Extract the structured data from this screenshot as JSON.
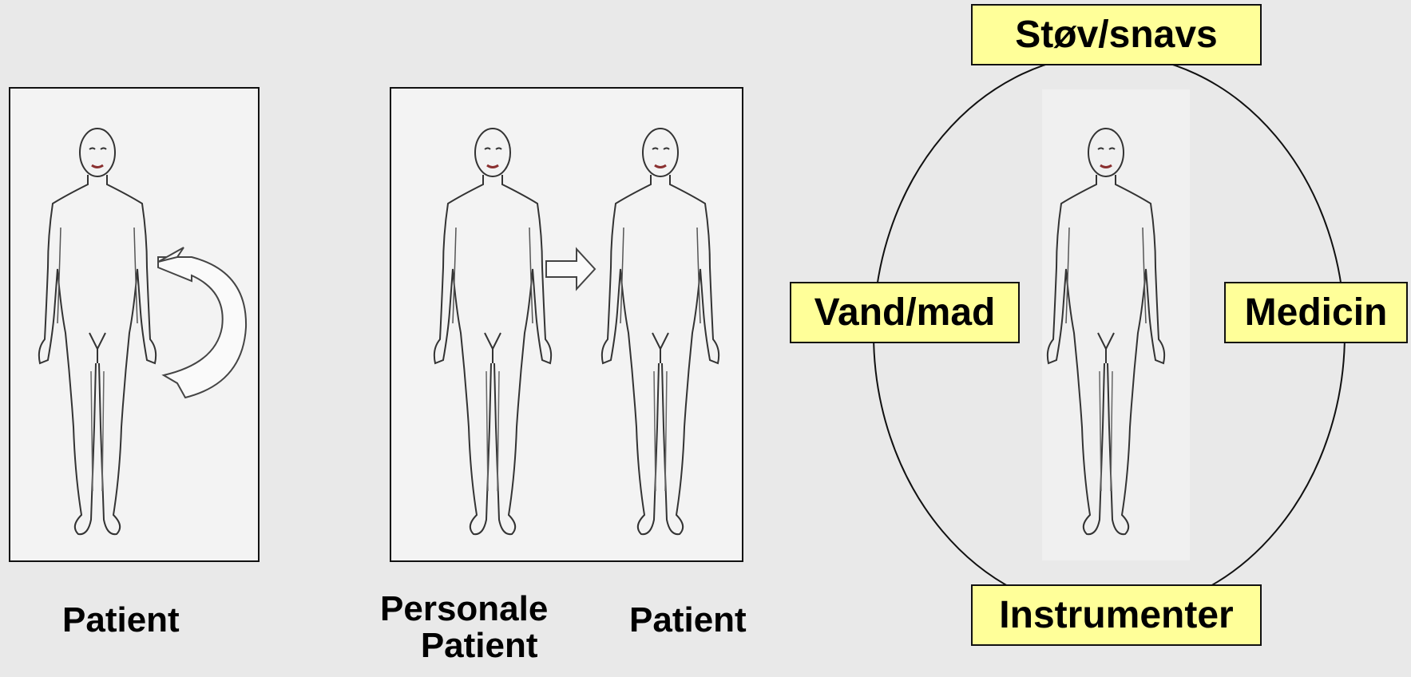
{
  "panels": {
    "left": {
      "caption": "Patient"
    },
    "middle": {
      "caption_left_line1": "Personale",
      "caption_left_line2": "Patient",
      "caption_right": "Patient"
    },
    "right": {
      "labels": {
        "top": "Støv/snavs",
        "left": "Vand/mad",
        "right": "Medicin",
        "bottom": "Instrumenter"
      }
    }
  },
  "icons": {
    "figure": "human-body-outline-icon",
    "curved_arrow": "circular-arrow-icon",
    "right_arrow": "arrow-right-icon"
  },
  "colors": {
    "background": "#e9e9e9",
    "panel": "#f3f3f3",
    "label_fill": "#ffff99",
    "line": "#222222"
  }
}
